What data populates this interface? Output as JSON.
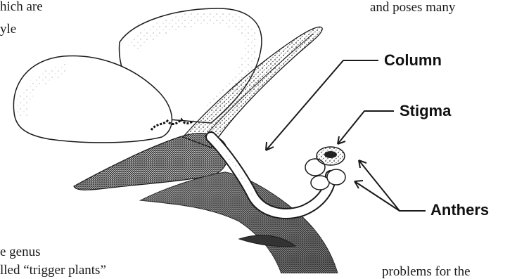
{
  "text_fragments": {
    "top_left_1": "hich are",
    "top_left_2": "yle",
    "top_right": "and poses many",
    "bottom_left_1": "e genus",
    "bottom_left_2": "lled “trigger plants”",
    "bottom_right": "problems for the"
  },
  "labels": {
    "column": "Column",
    "stigma": "Stigma",
    "anthers": "Anthers"
  },
  "colors": {
    "ink": "#1a1a1a",
    "stipple": "#555555",
    "paper": "#ffffff"
  }
}
